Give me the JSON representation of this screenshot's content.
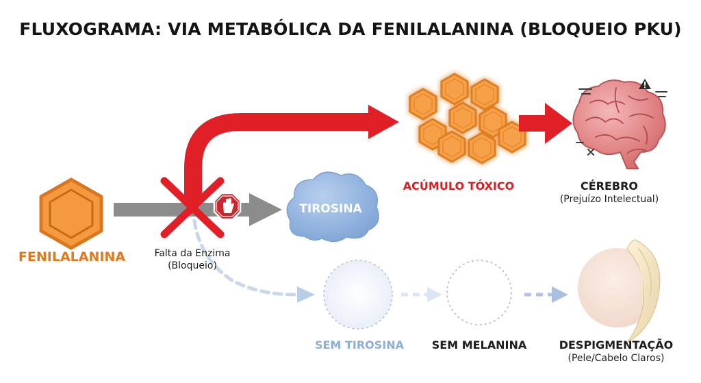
{
  "title": "FLUXOGRAMA: VIA METABÓLICA DA FENILALANINA (BLOQUEIO PKU)",
  "nodes": {
    "fenilalanina": {
      "label": "FENILALANINA",
      "icon": "benzene-hexagon-icon",
      "color": "#e07a1f"
    },
    "enzima": {
      "label_line1": "Falta da Enzima",
      "label_line2": "(Bloqueio)",
      "icon": "stop-hand-icon",
      "color": "#d42020"
    },
    "tirosina": {
      "label": "TIROSINA",
      "icon": "cloud-icon",
      "color": "#8fb3dc"
    },
    "acumulo": {
      "label": "ACÚMULO TÓXICO",
      "icon": "hexagon-cluster-icon",
      "color": "#d42020"
    },
    "cerebro": {
      "label": "CÉREBRO",
      "sublabel": "(Prejuízo Intelectual)",
      "icon": "brain-icon"
    },
    "sem_tirosina": {
      "label": "SEM TIROSINA",
      "icon": "empty-circle-icon",
      "color": "#8eaed3"
    },
    "sem_melanina": {
      "label": "SEM MELANINA",
      "icon": "empty-circle-icon"
    },
    "despigmentacao": {
      "label": "DESPIGMENTAÇÃO",
      "sublabel": "(Pele/Cabelo Claros)",
      "icon": "skin-hair-icon"
    }
  },
  "colors": {
    "red": "#e11f26",
    "gray": "#8c8c8c",
    "blue_light": "#b9cde6",
    "orange": "#f3963a"
  }
}
